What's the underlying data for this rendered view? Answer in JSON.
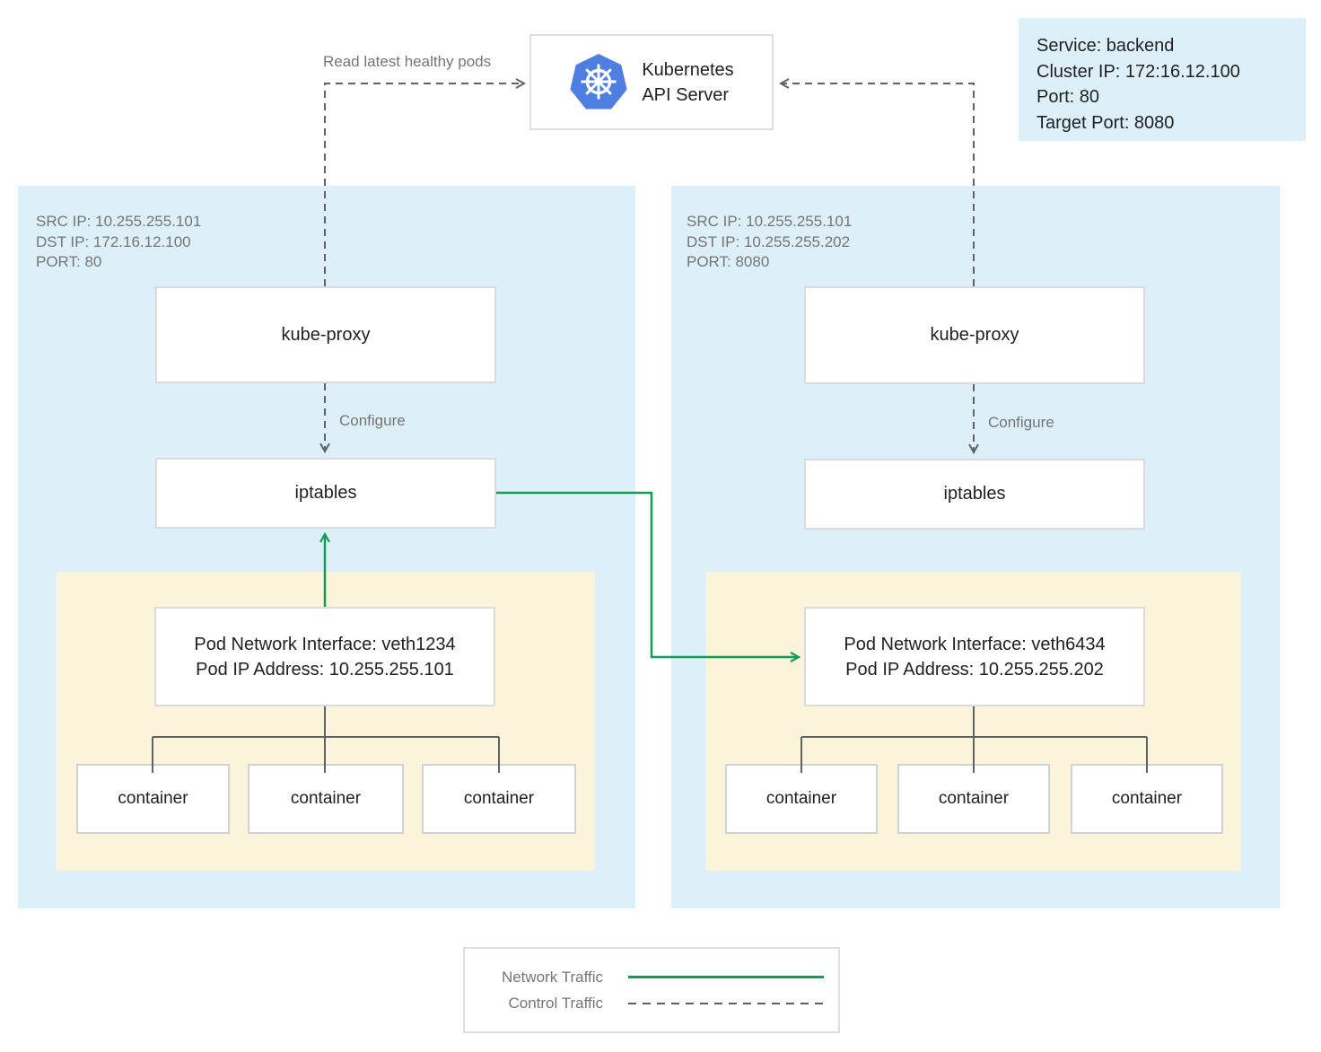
{
  "colors": {
    "network_traffic": "#0f9d58",
    "control_traffic": "#5f6368",
    "node_background": "#ddf0fa",
    "pod_background": "#fbf3da",
    "service_box_background": "#ddf0fa",
    "kubernetes_logo_blue": "#4e7ee0"
  },
  "api_server": {
    "title_line1": "Kubernetes",
    "title_line2": "API Server"
  },
  "service_info": {
    "lines": [
      "Service: backend",
      "Cluster IP: 172:16.12.100",
      "Port: 80",
      "Target Port: 8080"
    ]
  },
  "labels": {
    "read_latest_healthy_pods": "Read latest healthy pods",
    "configure_left": "Configure",
    "configure_right": "Configure"
  },
  "node_left": {
    "meta": [
      "SRC IP: 10.255.255.101",
      "DST IP: 172.16.12.100",
      "PORT: 80"
    ],
    "kube_proxy": "kube-proxy",
    "iptables": "iptables",
    "pod": {
      "interface_line1": "Pod Network Interface: veth1234",
      "interface_line2": "Pod IP Address: 10.255.255.101",
      "containers": [
        "container",
        "container",
        "container"
      ]
    }
  },
  "node_right": {
    "meta": [
      "SRC IP: 10.255.255.101",
      "DST IP: 10.255.255.202",
      "PORT: 8080"
    ],
    "kube_proxy": "kube-proxy",
    "iptables": "iptables",
    "pod": {
      "interface_line1": "Pod Network Interface: veth6434",
      "interface_line2": "Pod IP Address: 10.255.255.202",
      "containers": [
        "container",
        "container",
        "container"
      ]
    }
  },
  "legend": {
    "network_label": "Network Traffic",
    "control_label": "Control Traffic"
  }
}
